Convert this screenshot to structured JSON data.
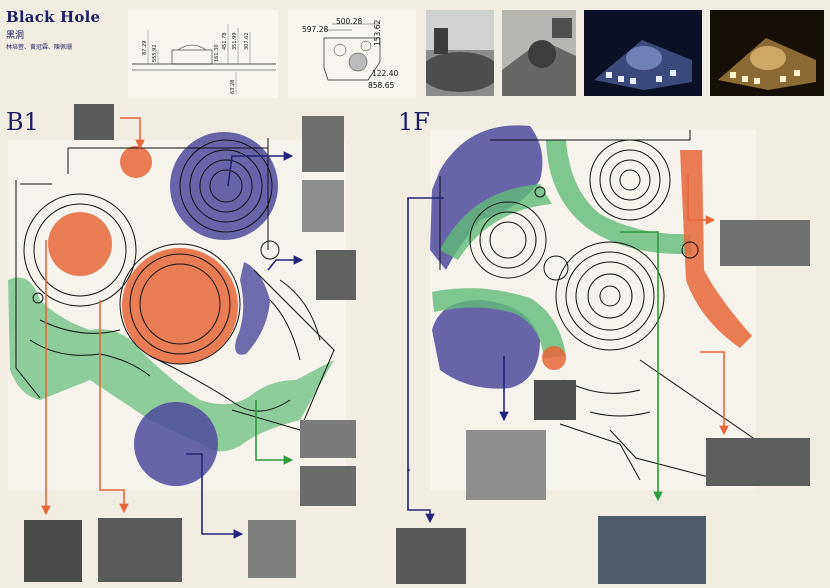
{
  "title": "Black Hole",
  "subtitle": "黑洞",
  "authors": "林培萱、黄冠霖、陳佩珊",
  "floors": {
    "b1": "B1",
    "f1": "1F"
  },
  "plan_dims": [
    "597.28",
    "500.28",
    "153.62",
    "122.40",
    "858.65"
  ],
  "elev_dims": [
    "87.29",
    "555.92",
    "161.30",
    "451.78",
    "351.99",
    "307.62",
    "63.28"
  ],
  "colors": {
    "navy": "#22237a",
    "purple": "#4d4a9e",
    "orange": "#e8663a",
    "green": "#62bb78",
    "bg": "#f1ede3"
  }
}
